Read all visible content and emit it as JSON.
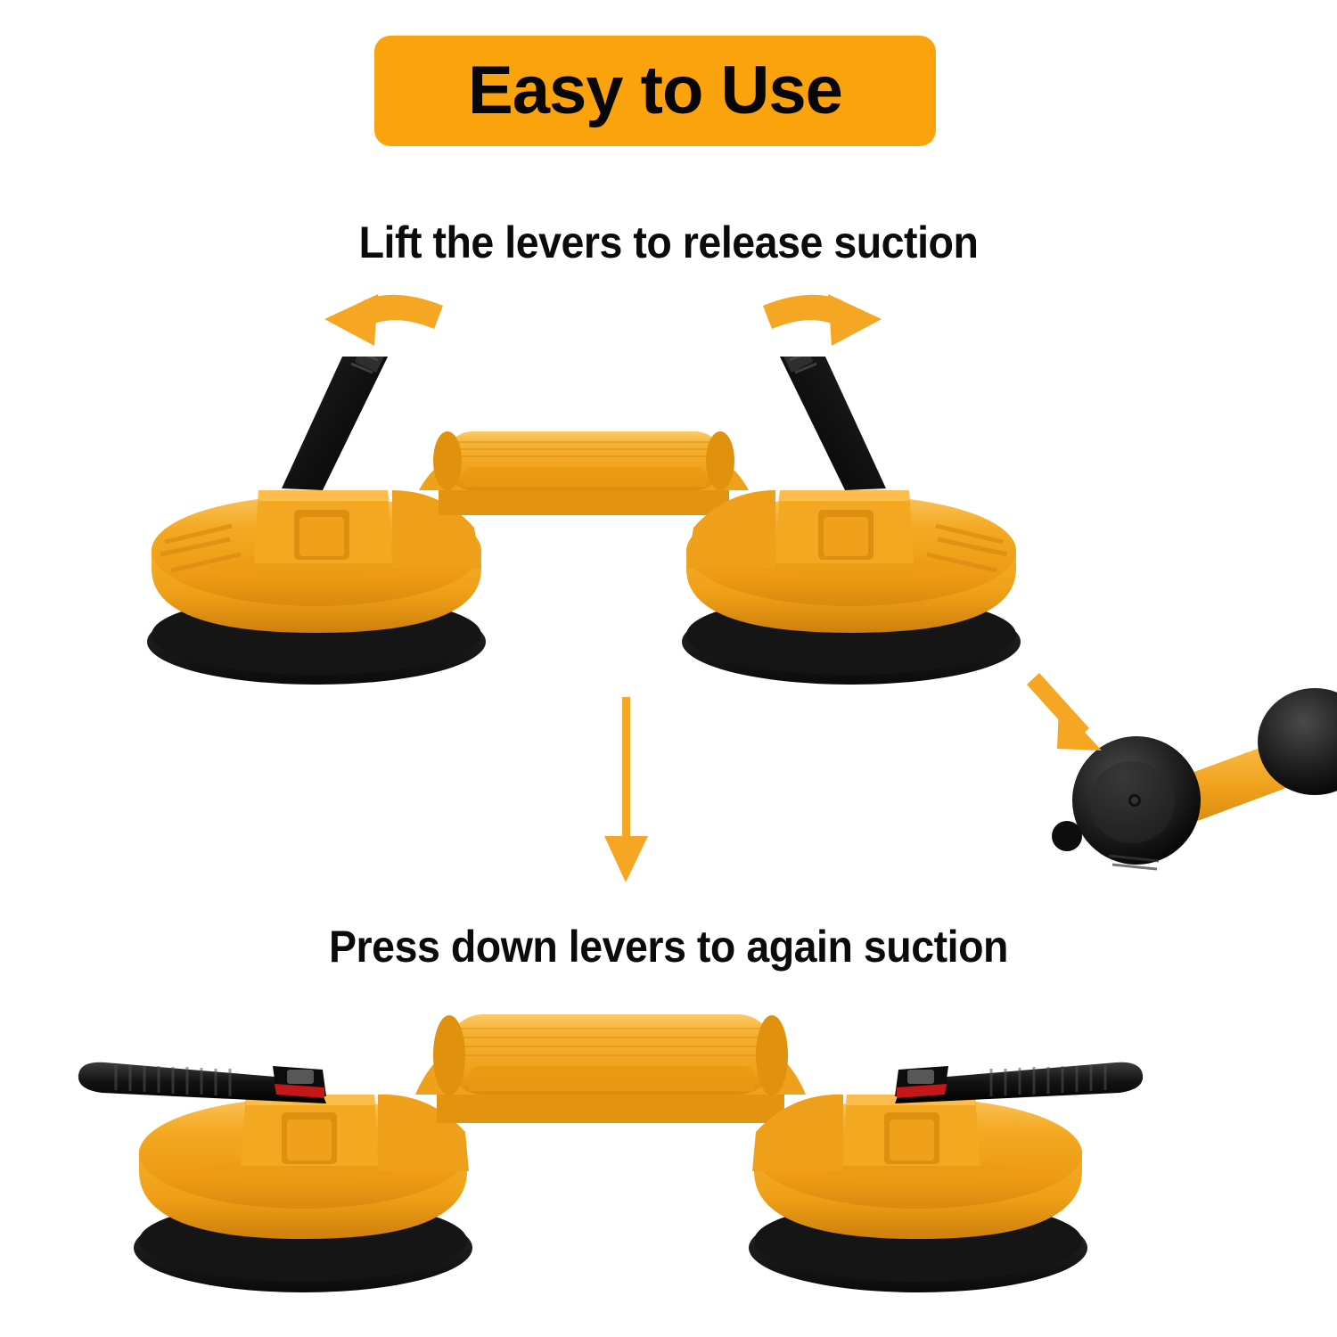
{
  "banner": {
    "title": "Easy to Use",
    "background_color": "#FBA30C",
    "text_color": "#070707"
  },
  "steps": [
    {
      "id": "release",
      "caption": "Lift the levers to release suction",
      "lever_state": "raised"
    },
    {
      "id": "engage",
      "caption": "Press down levers to again suction",
      "lever_state": "pressed"
    }
  ],
  "captions": {
    "top": "Lift the levers to release suction",
    "bottom": "Press down levers to again suction"
  },
  "arrows": {
    "top_left": "curved-arrow-left-icon",
    "top_right": "curved-arrow-right-icon",
    "center_down": "down-arrow-icon",
    "detail_pointer": "diagonal-arrow-icon",
    "color": "#F5A623"
  },
  "product": {
    "name": "double-suction-cup-lifter",
    "body_color": "#F0A11C",
    "body_shadow_color": "#D88A10",
    "body_highlight_color": "#FBC25A",
    "rubber_color": "#1B1B1B",
    "lever_color": "#161616",
    "indicator_color": "#D31919"
  },
  "detail_view": {
    "name": "suction-pad-underside",
    "pad_color": "#1C1C1C",
    "arm_color": "#F0A11C"
  }
}
